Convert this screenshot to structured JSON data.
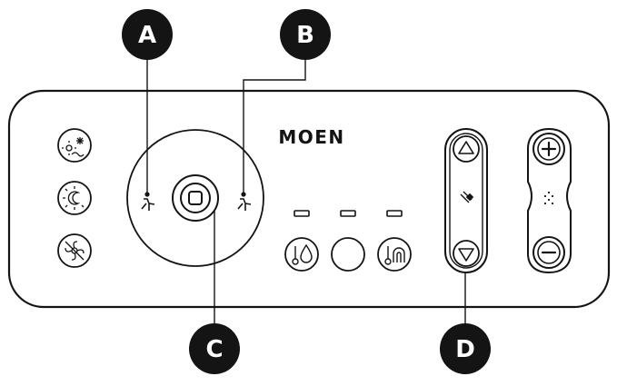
{
  "brand": {
    "logo_text": "MOEN"
  },
  "callouts": {
    "a": {
      "letter": "A"
    },
    "b": {
      "letter": "B"
    },
    "c": {
      "letter": "C"
    },
    "d": {
      "letter": "D"
    }
  },
  "icons": {
    "left_column": [
      "sun-snowflake-wave-icon",
      "sun-moon-icon",
      "deodorizer-fan-icon"
    ],
    "dial_left": "rear-wash-person-icon",
    "dial_right": "front-wash-person-icon",
    "dial_center": "stop-square-icon",
    "bottom_row": [
      "water-temperature-icon",
      "blank-round-button",
      "seat-temperature-icon"
    ],
    "rocker_left_middle": "nozzle-position-icon",
    "rocker_right_middle": "water-pressure-icon"
  },
  "colors": {
    "stroke": "#141414",
    "callout_fill": "#141414",
    "callout_text": "#ffffff"
  }
}
